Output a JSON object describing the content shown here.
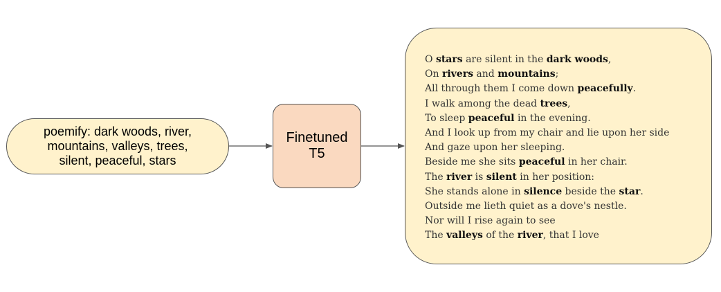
{
  "input": {
    "text": "poemify: dark woods, river, mountains, valleys, trees, silent, peaceful, stars"
  },
  "model": {
    "text": "Finetuned T5"
  },
  "output": {
    "lines": [
      [
        {
          "t": "O "
        },
        {
          "t": "stars",
          "b": true
        },
        {
          "t": " are silent in the "
        },
        {
          "t": "dark woods",
          "b": true
        },
        {
          "t": ","
        }
      ],
      [
        {
          "t": "On "
        },
        {
          "t": "rivers",
          "b": true
        },
        {
          "t": " and "
        },
        {
          "t": "mountains",
          "b": true
        },
        {
          "t": ";"
        }
      ],
      [
        {
          "t": "All through them I come down "
        },
        {
          "t": "peacefully",
          "b": true
        },
        {
          "t": "."
        }
      ],
      [
        {
          "t": "I walk among the dead "
        },
        {
          "t": "trees",
          "b": true
        },
        {
          "t": ","
        }
      ],
      [
        {
          "t": "To sleep "
        },
        {
          "t": "peaceful",
          "b": true
        },
        {
          "t": " in the evening."
        }
      ],
      [
        {
          "t": "And I look up from my chair and lie upon her side"
        }
      ],
      [
        {
          "t": "And gaze upon her sleeping."
        }
      ],
      [
        {
          "t": "Beside me she sits "
        },
        {
          "t": "peaceful",
          "b": true
        },
        {
          "t": " in her chair."
        }
      ],
      [
        {
          "t": "The "
        },
        {
          "t": "river",
          "b": true
        },
        {
          "t": " is "
        },
        {
          "t": "silent",
          "b": true
        },
        {
          "t": " in her position:"
        }
      ],
      [
        {
          "t": "She stands alone in "
        },
        {
          "t": "silence",
          "b": true
        },
        {
          "t": " beside the "
        },
        {
          "t": "star",
          "b": true
        },
        {
          "t": "."
        }
      ],
      [
        {
          "t": "Outside me lieth quiet as a dove's nestle."
        }
      ],
      [
        {
          "t": "Nor will I rise again to see"
        }
      ],
      [
        {
          "t": "The "
        },
        {
          "t": "valleys",
          "b": true
        },
        {
          "t": " of the "
        },
        {
          "t": "river",
          "b": true
        },
        {
          "t": ", that I love"
        }
      ]
    ]
  },
  "colors": {
    "input_fill": "#fff2cc",
    "model_fill": "#fad9c0",
    "output_fill": "#fff2cc",
    "stroke": "#555555"
  }
}
